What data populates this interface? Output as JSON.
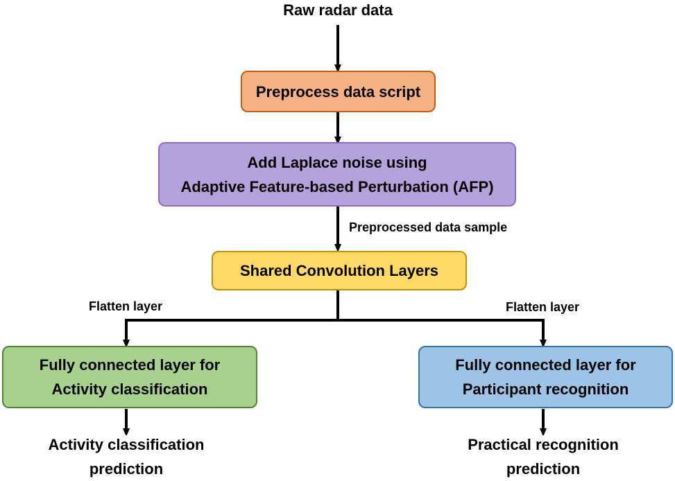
{
  "input": {
    "text": "Raw radar data"
  },
  "nodes": {
    "preprocess": {
      "line1": "Preprocess data script",
      "fill": "#f4b183",
      "border": "#c55a11"
    },
    "laplace": {
      "line1": "Add Laplace noise using",
      "line2": "Adaptive Feature-based Perturbation (AFP)",
      "fill": "#b4a2dc",
      "border": "#8e6bc7"
    },
    "shared_conv": {
      "line1": "Shared Convolution Layers",
      "fill": "#ffd966",
      "border": "#bf9000"
    },
    "fc_activity": {
      "line1": "Fully connected layer for",
      "line2": "Activity classification",
      "fill": "#a9d18e",
      "border": "#538135"
    },
    "fc_participant": {
      "line1": "Fully connected layer for",
      "line2": "Participant recognition",
      "fill": "#9dc3e6",
      "border": "#2e75b6"
    }
  },
  "edge_labels": {
    "preprocessed_sample": "Preprocessed data sample",
    "flatten_left": "Flatten layer",
    "flatten_right": "Flatten layer"
  },
  "outputs": {
    "activity": {
      "line1": "Activity classification",
      "line2": "prediction"
    },
    "participant": {
      "line1": "Practical recognition",
      "line2": "prediction"
    }
  }
}
